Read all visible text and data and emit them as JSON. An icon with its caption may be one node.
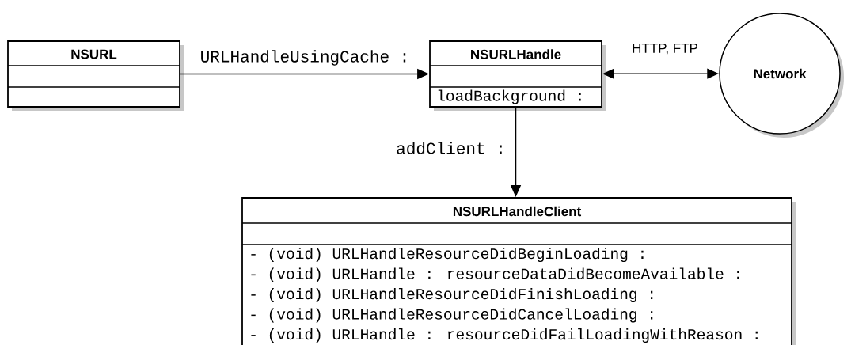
{
  "diagram": {
    "nodes": [
      {
        "text": [
          "NSURL"
        ]
      },
      {
        "text": [
          "NSURLHandle",
          "loadBackground :"
        ]
      },
      {
        "text": [
          "Network"
        ]
      },
      {
        "text": [
          "NSURLHandleClient",
          "- (void) URLHandleResourceDidBeginLoading :",
          "- (void) URLHandle : resourceDataDidBecomeAvailable :",
          "- (void) URLHandleResourceDidFinishLoading :",
          "- (void) URLHandleResourceDidCancelLoading :",
          "- (void) URLHandle : resourceDidFailLoadingWithReason :"
        ]
      }
    ],
    "edges": [
      {
        "from": 0,
        "to": 1,
        "arrow": "to",
        "label": "URLHandleUsingCache :"
      },
      {
        "from": 1,
        "to": 2,
        "arrow": "both",
        "label": "HTTP, FTP"
      },
      {
        "from": 1,
        "to": 3,
        "arrow": "to",
        "label": "addClient :"
      }
    ]
  }
}
